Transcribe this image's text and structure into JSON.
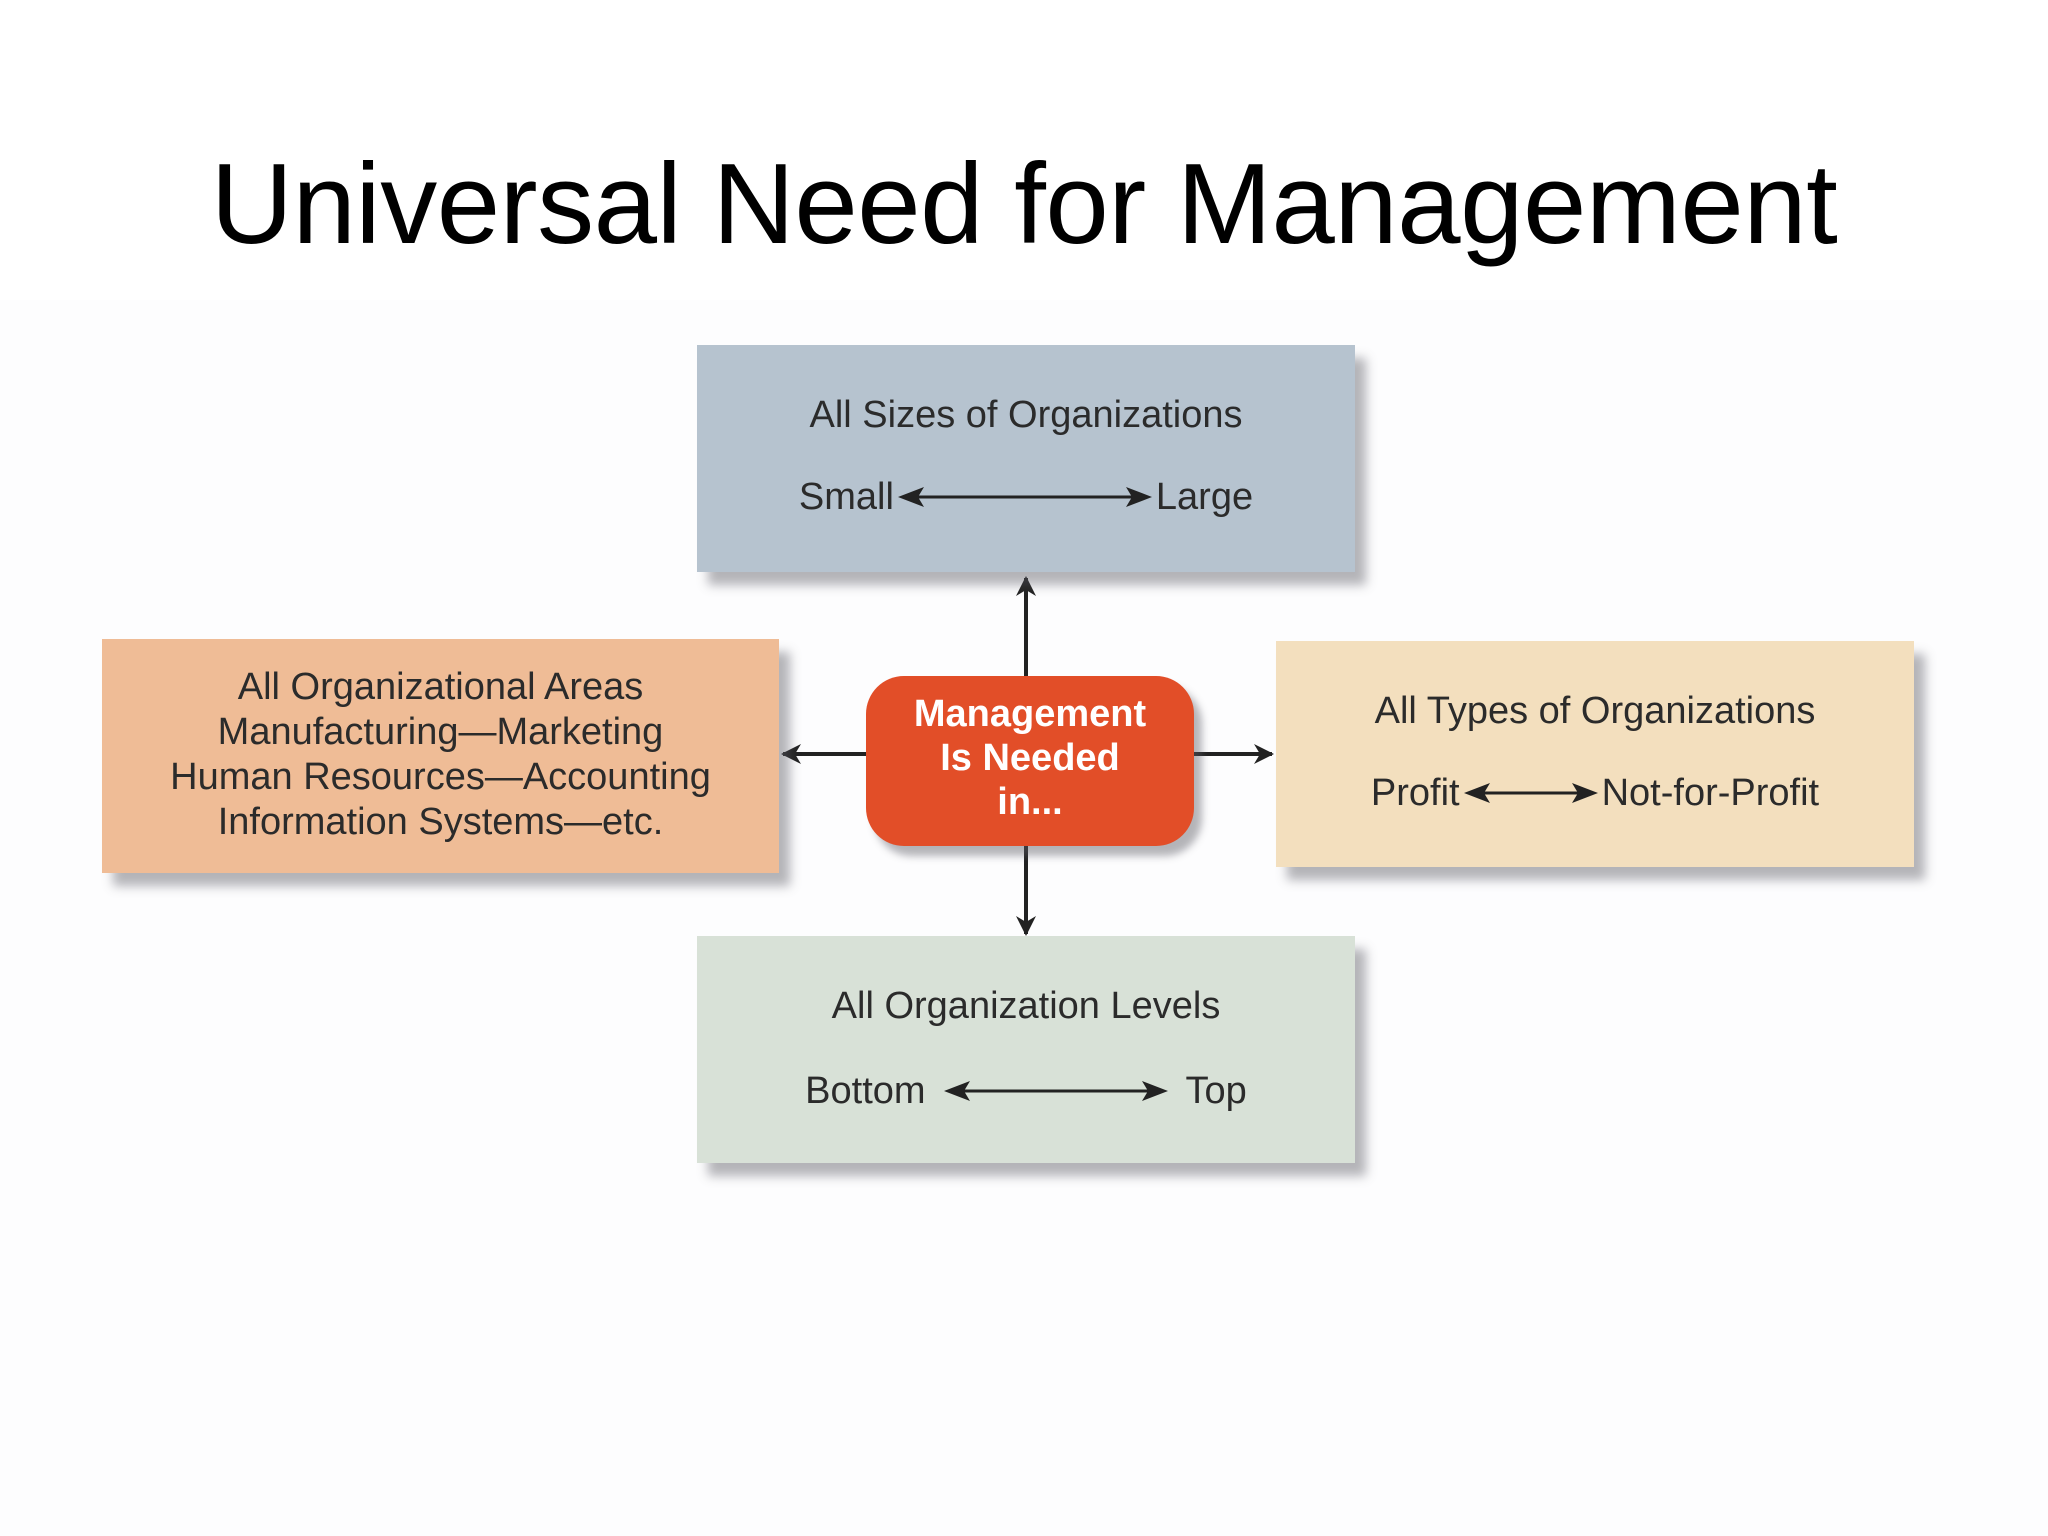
{
  "title": "Universal Need for Management",
  "center": {
    "lines": [
      "Management",
      "Is Needed",
      "in..."
    ]
  },
  "sizes_box": {
    "heading": "All Sizes of Organizations",
    "from": "Small",
    "to": "Large"
  },
  "areas_box": {
    "lines": [
      "All Organizational Areas",
      "Manufacturing—Marketing",
      "Human Resources—Accounting",
      "Information Systems—etc."
    ]
  },
  "types_box": {
    "heading": "All Types of Organizations",
    "from": "Profit",
    "to": "Not-for-Profit"
  },
  "levels_box": {
    "heading": "All Organization Levels",
    "from": "Bottom",
    "to": "Top"
  },
  "colors": {
    "center": "#e24e28",
    "sizes": "#b6c3cf",
    "areas": "#efbc96",
    "types": "#f3dfbe",
    "levels": "#d8e1d7"
  }
}
